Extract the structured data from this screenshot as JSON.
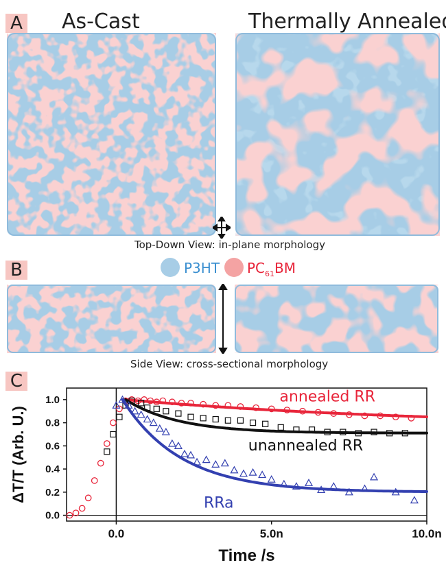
{
  "panel_a": {
    "label": "A",
    "left_title": "As-Cast",
    "right_title": "Thermally Annealed",
    "caption": "Top-Down View: in-plane morphology"
  },
  "panel_b": {
    "label": "B",
    "caption": "Side View: cross-sectional morphology"
  },
  "legend": {
    "p3ht_label": "P3HT",
    "pcbm_prefix": "PC",
    "pcbm_subscript": "61",
    "pcbm_suffix": "BM",
    "p3ht_color": "#a7cde6",
    "pcbm_color": "#f4a3a3"
  },
  "panel_c": {
    "label": "C"
  },
  "chart_data": {
    "type": "scatter",
    "xlabel": "Time /s",
    "ylabel": "ΔT/T (Arb. U.)",
    "xlim": [
      -1.6,
      10.0
    ],
    "ylim": [
      -0.05,
      1.1
    ],
    "x_ticks": [
      {
        "v": 0,
        "label": "0.0"
      },
      {
        "v": 5,
        "label": "5.0n"
      },
      {
        "v": 10,
        "label": "10.0n"
      }
    ],
    "y_ticks": [
      {
        "v": 0,
        "label": "0.0"
      },
      {
        "v": 0.2,
        "label": "0.2"
      },
      {
        "v": 0.4,
        "label": "0.4"
      },
      {
        "v": 0.6,
        "label": "0.6"
      },
      {
        "v": 0.8,
        "label": "0.8"
      },
      {
        "v": 1.0,
        "label": "1.0"
      }
    ],
    "series": [
      {
        "name": "annealed RR",
        "color": "#e8253a",
        "marker": "circle",
        "points": [
          [
            -1.5,
            0.0
          ],
          [
            -1.3,
            0.02
          ],
          [
            -1.1,
            0.06
          ],
          [
            -0.9,
            0.15
          ],
          [
            -0.7,
            0.3
          ],
          [
            -0.5,
            0.45
          ],
          [
            -0.3,
            0.62
          ],
          [
            -0.1,
            0.8
          ],
          [
            0.1,
            0.92
          ],
          [
            0.3,
            0.99
          ],
          [
            0.5,
            1.0
          ],
          [
            0.7,
            0.99
          ],
          [
            0.9,
            1.0
          ],
          [
            1.1,
            0.99
          ],
          [
            1.3,
            0.98
          ],
          [
            1.5,
            0.99
          ],
          [
            1.8,
            0.98
          ],
          [
            2.1,
            0.97
          ],
          [
            2.4,
            0.97
          ],
          [
            2.8,
            0.96
          ],
          [
            3.2,
            0.95
          ],
          [
            3.6,
            0.95
          ],
          [
            4.0,
            0.94
          ],
          [
            4.5,
            0.93
          ],
          [
            5.0,
            0.92
          ],
          [
            5.5,
            0.91
          ],
          [
            6.0,
            0.9
          ],
          [
            6.5,
            0.89
          ],
          [
            7.0,
            0.88
          ],
          [
            7.5,
            0.87
          ],
          [
            8.0,
            0.86
          ],
          [
            8.5,
            0.86
          ],
          [
            9.0,
            0.85
          ],
          [
            9.5,
            0.84
          ]
        ],
        "fit": {
          "start": 0.3,
          "end": 10.0,
          "a": 0.24,
          "tau": 10.0,
          "offset": 0.76
        }
      },
      {
        "name": "unannealed RR",
        "color": "#111111",
        "marker": "square",
        "points": [
          [
            -0.3,
            0.55
          ],
          [
            -0.1,
            0.7
          ],
          [
            0.1,
            0.85
          ],
          [
            0.3,
            0.95
          ],
          [
            0.5,
            0.99
          ],
          [
            0.8,
            0.97
          ],
          [
            1.0,
            0.93
          ],
          [
            1.3,
            0.92
          ],
          [
            1.6,
            0.9
          ],
          [
            2.0,
            0.88
          ],
          [
            2.4,
            0.85
          ],
          [
            2.8,
            0.84
          ],
          [
            3.2,
            0.83
          ],
          [
            3.6,
            0.82
          ],
          [
            4.0,
            0.82
          ],
          [
            4.4,
            0.8
          ],
          [
            4.8,
            0.79
          ],
          [
            5.3,
            0.76
          ],
          [
            5.8,
            0.74
          ],
          [
            6.3,
            0.74
          ],
          [
            6.8,
            0.72
          ],
          [
            7.3,
            0.72
          ],
          [
            7.8,
            0.71
          ],
          [
            8.3,
            0.72
          ],
          [
            8.8,
            0.71
          ],
          [
            9.3,
            0.71
          ]
        ],
        "fit": {
          "start": 0.3,
          "end": 10.0,
          "a": 0.29,
          "tau": 1.7,
          "offset": 0.71
        }
      },
      {
        "name": "RRa",
        "color": "#3340b0",
        "marker": "triangle",
        "points": [
          [
            0.0,
            0.95
          ],
          [
            0.2,
            1.0
          ],
          [
            0.4,
            0.95
          ],
          [
            0.6,
            0.9
          ],
          [
            0.8,
            0.87
          ],
          [
            1.0,
            0.83
          ],
          [
            1.2,
            0.8
          ],
          [
            1.4,
            0.75
          ],
          [
            1.6,
            0.72
          ],
          [
            1.8,
            0.62
          ],
          [
            2.0,
            0.6
          ],
          [
            2.2,
            0.53
          ],
          [
            2.4,
            0.52
          ],
          [
            2.6,
            0.46
          ],
          [
            2.9,
            0.48
          ],
          [
            3.2,
            0.44
          ],
          [
            3.5,
            0.45
          ],
          [
            3.8,
            0.39
          ],
          [
            4.1,
            0.36
          ],
          [
            4.4,
            0.37
          ],
          [
            4.7,
            0.35
          ],
          [
            5.0,
            0.31
          ],
          [
            5.4,
            0.27
          ],
          [
            5.8,
            0.25
          ],
          [
            6.2,
            0.28
          ],
          [
            6.6,
            0.22
          ],
          [
            7.0,
            0.25
          ],
          [
            7.5,
            0.2
          ],
          [
            8.0,
            0.23
          ],
          [
            8.3,
            0.33
          ],
          [
            9.0,
            0.2
          ],
          [
            9.6,
            0.13
          ]
        ],
        "fit": {
          "start": 0.2,
          "end": 10.0,
          "a": 0.8,
          "tau": 1.9,
          "offset": 0.2
        }
      }
    ]
  }
}
